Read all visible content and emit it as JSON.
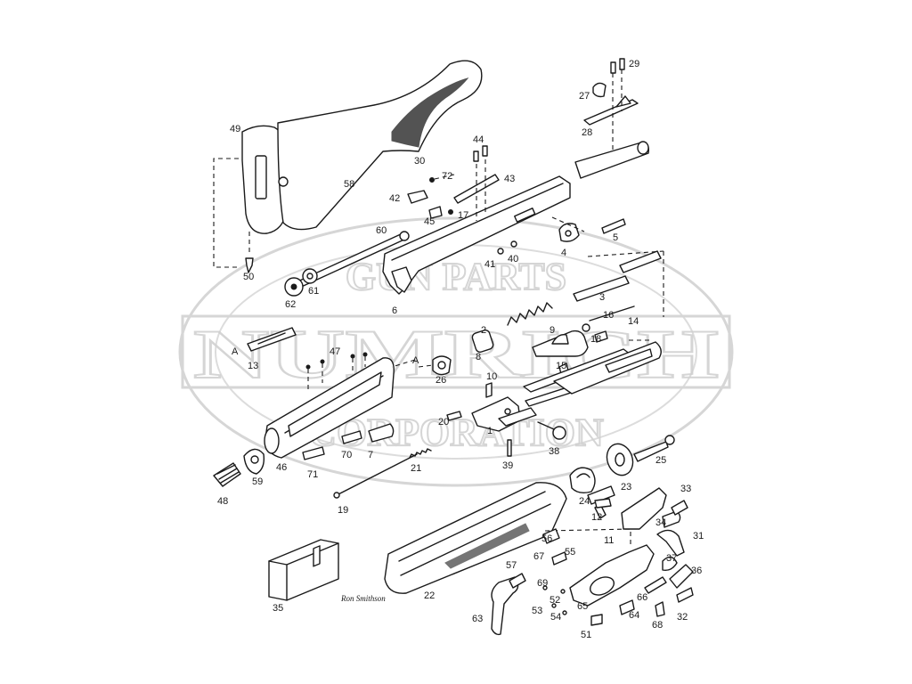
{
  "watermark": {
    "line1": "GUN PARTS",
    "line2": "NUMRICH",
    "line3": "CORPORATION",
    "color": "#c9c9c9"
  },
  "signature": "Ron Smithson",
  "callouts": [
    {
      "id": "p1",
      "label": "1"
    },
    {
      "id": "p2",
      "label": "2"
    },
    {
      "id": "p3",
      "label": "3"
    },
    {
      "id": "p4",
      "label": "4"
    },
    {
      "id": "p5",
      "label": "5"
    },
    {
      "id": "p6",
      "label": "6"
    },
    {
      "id": "p7",
      "label": "7"
    },
    {
      "id": "p8",
      "label": "8"
    },
    {
      "id": "p9",
      "label": "9"
    },
    {
      "id": "p10",
      "label": "10"
    },
    {
      "id": "p11",
      "label": "11"
    },
    {
      "id": "p12",
      "label": "12"
    },
    {
      "id": "p13",
      "label": "13"
    },
    {
      "id": "p14",
      "label": "14"
    },
    {
      "id": "p15",
      "label": "15"
    },
    {
      "id": "p16",
      "label": "16"
    },
    {
      "id": "p17",
      "label": "17"
    },
    {
      "id": "p18",
      "label": "18"
    },
    {
      "id": "p19",
      "label": "19"
    },
    {
      "id": "p20",
      "label": "20"
    },
    {
      "id": "p21",
      "label": "21"
    },
    {
      "id": "p22",
      "label": "22"
    },
    {
      "id": "p23",
      "label": "23"
    },
    {
      "id": "p24",
      "label": "24"
    },
    {
      "id": "p25",
      "label": "25"
    },
    {
      "id": "p26",
      "label": "26"
    },
    {
      "id": "p27",
      "label": "27"
    },
    {
      "id": "p28",
      "label": "28"
    },
    {
      "id": "p29",
      "label": "29"
    },
    {
      "id": "p30",
      "label": "30"
    },
    {
      "id": "p31",
      "label": "31"
    },
    {
      "id": "p32",
      "label": "32"
    },
    {
      "id": "p33",
      "label": "33"
    },
    {
      "id": "p34",
      "label": "34"
    },
    {
      "id": "p35",
      "label": "35"
    },
    {
      "id": "p36",
      "label": "36"
    },
    {
      "id": "p37",
      "label": "37"
    },
    {
      "id": "p38",
      "label": "38"
    },
    {
      "id": "p39",
      "label": "39"
    },
    {
      "id": "p40",
      "label": "40"
    },
    {
      "id": "p41",
      "label": "41"
    },
    {
      "id": "p42",
      "label": "42"
    },
    {
      "id": "p43",
      "label": "43"
    },
    {
      "id": "p44",
      "label": "44"
    },
    {
      "id": "p45",
      "label": "45"
    },
    {
      "id": "p46",
      "label": "46"
    },
    {
      "id": "p47",
      "label": "47"
    },
    {
      "id": "p48",
      "label": "48"
    },
    {
      "id": "p49",
      "label": "49"
    },
    {
      "id": "p50",
      "label": "50"
    },
    {
      "id": "p51",
      "label": "51"
    },
    {
      "id": "p52",
      "label": "52"
    },
    {
      "id": "p53",
      "label": "53"
    },
    {
      "id": "p54",
      "label": "54"
    },
    {
      "id": "p55",
      "label": "55"
    },
    {
      "id": "p56",
      "label": "56"
    },
    {
      "id": "p57",
      "label": "57"
    },
    {
      "id": "p58",
      "label": "58"
    },
    {
      "id": "p59",
      "label": "59"
    },
    {
      "id": "p60",
      "label": "60"
    },
    {
      "id": "p61",
      "label": "61"
    },
    {
      "id": "p62",
      "label": "62"
    },
    {
      "id": "p63",
      "label": "63"
    },
    {
      "id": "p64",
      "label": "64"
    },
    {
      "id": "p65",
      "label": "65"
    },
    {
      "id": "p66",
      "label": "66"
    },
    {
      "id": "p67",
      "label": "67"
    },
    {
      "id": "p68",
      "label": "68"
    },
    {
      "id": "p69",
      "label": "69"
    },
    {
      "id": "p70",
      "label": "70"
    },
    {
      "id": "p71",
      "label": "71"
    },
    {
      "id": "p72",
      "label": "72"
    },
    {
      "id": "refA1",
      "label": "A"
    },
    {
      "id": "refA2",
      "label": "A"
    }
  ]
}
